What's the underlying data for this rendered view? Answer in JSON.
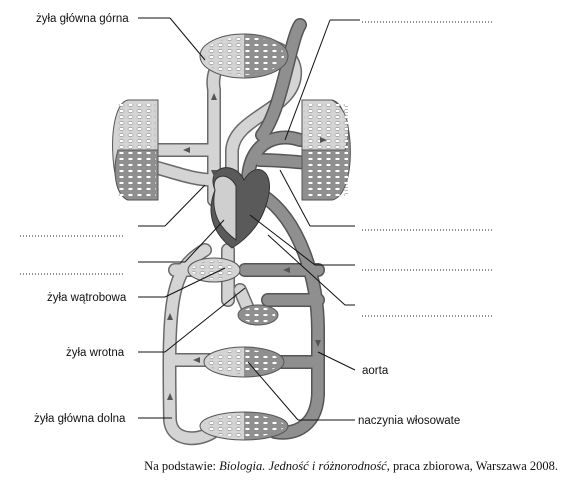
{
  "labels": {
    "vena_cava_superior": "żyła główna górna",
    "hepatic_vein": "żyła wątrobowa",
    "portal_vein": "żyła wrotna",
    "vena_cava_inferior": "żyła główna dolna",
    "aorta": "aorta",
    "capillaries": "naczynia włosowate"
  },
  "blanks": [
    "",
    "",
    "",
    "",
    "",
    ""
  ],
  "source": {
    "prefix": "Na podstawie: ",
    "book": "Biologia. Jedność i różnorodność",
    "suffix": ", praca zbiorowa, Warszawa 2008."
  },
  "colors": {
    "venous": "#d4d4d4",
    "arterial": "#8f8f8f",
    "vessel_outline": "#6a6a6a",
    "heart_dark": "#5a5a5a"
  }
}
